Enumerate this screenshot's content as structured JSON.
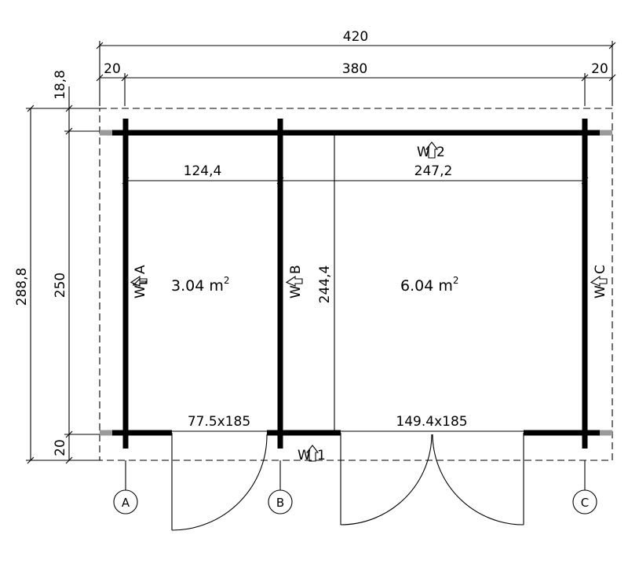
{
  "dimensions": {
    "total_width": "420",
    "left_overhang": "20",
    "inner_width": "380",
    "right_overhang": "20",
    "top_offset": "18,8",
    "total_height": "288,8",
    "inner_height": "250",
    "bottom_offset": "20",
    "left_room_width": "124,4",
    "right_room_width": "247,2",
    "wall_height": "244,4"
  },
  "rooms": [
    {
      "area_value": "3.04 m",
      "area_exp": "2"
    },
    {
      "area_value": "6.04 m",
      "area_exp": "2"
    }
  ],
  "doors": [
    {
      "label": "77.5x185"
    },
    {
      "label": "149.4x185"
    }
  ],
  "wall_markers": [
    {
      "label": "W",
      "id": "A"
    },
    {
      "label": "W",
      "id": "B"
    },
    {
      "label": "W",
      "id": "C"
    },
    {
      "label": "W",
      "id": "1"
    },
    {
      "label": "W",
      "id": "2"
    }
  ],
  "grid_axes": [
    "A",
    "B",
    "C"
  ]
}
